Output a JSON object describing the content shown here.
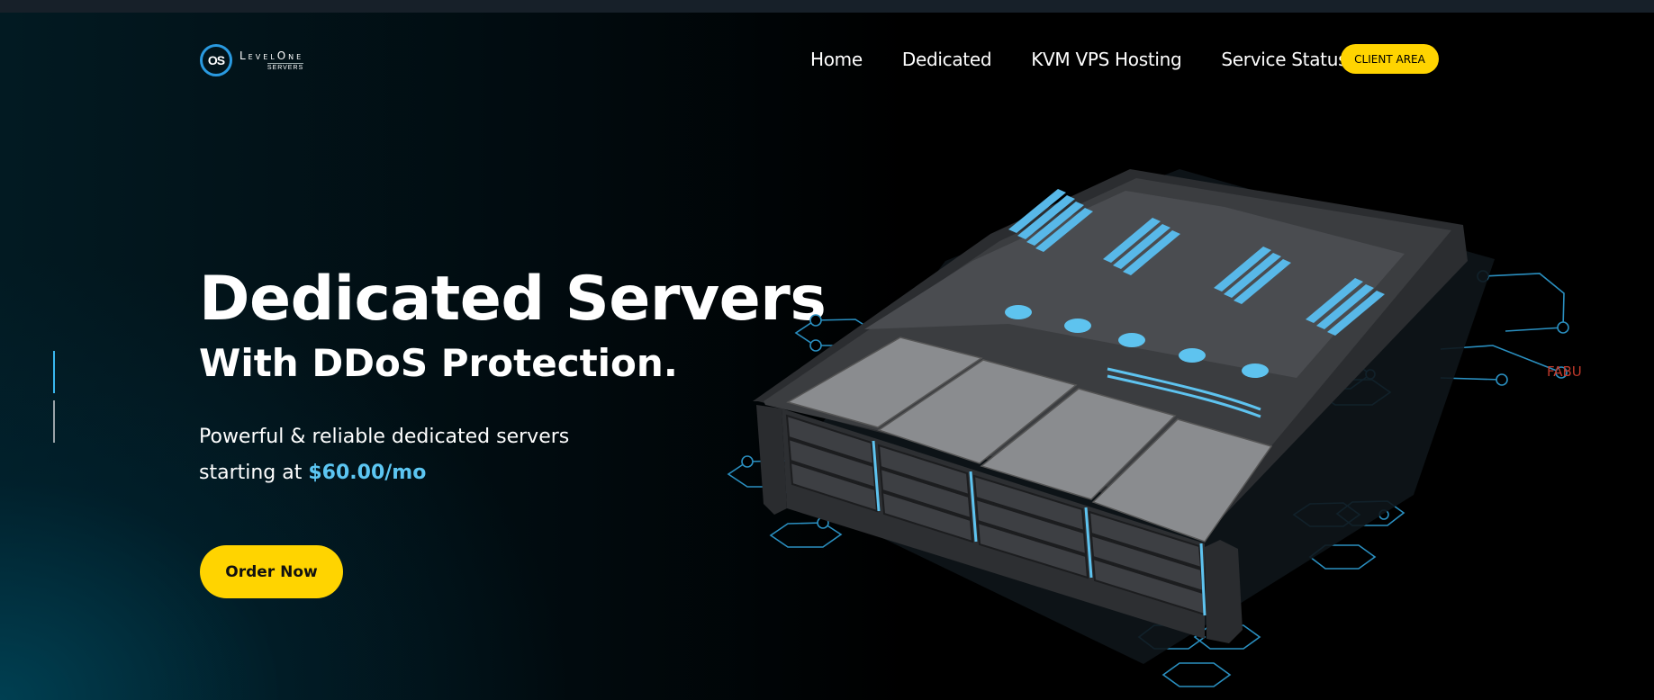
{
  "header": {
    "logo": {
      "mark": "OS",
      "name": "LevelOne",
      "sub": "SERVERS"
    },
    "nav": [
      "Home",
      "Dedicated",
      "KVM VPS Hosting",
      "Service Status"
    ],
    "client_area": "CLIENT AREA"
  },
  "hero": {
    "title": "Dedicated Servers",
    "subtitle": "With DDoS Protection.",
    "lead_line1": "Powerful & reliable dedicated servers",
    "lead_line2_prefix": "starting at ",
    "price": "$60.00/mo",
    "cta": "Order Now"
  },
  "colors": {
    "accent": "#ffd400",
    "price": "#5cc6f2",
    "indicator_active": "#39b7ee"
  },
  "icons": [
    "logo-mark-icon",
    "server-illustration"
  ]
}
